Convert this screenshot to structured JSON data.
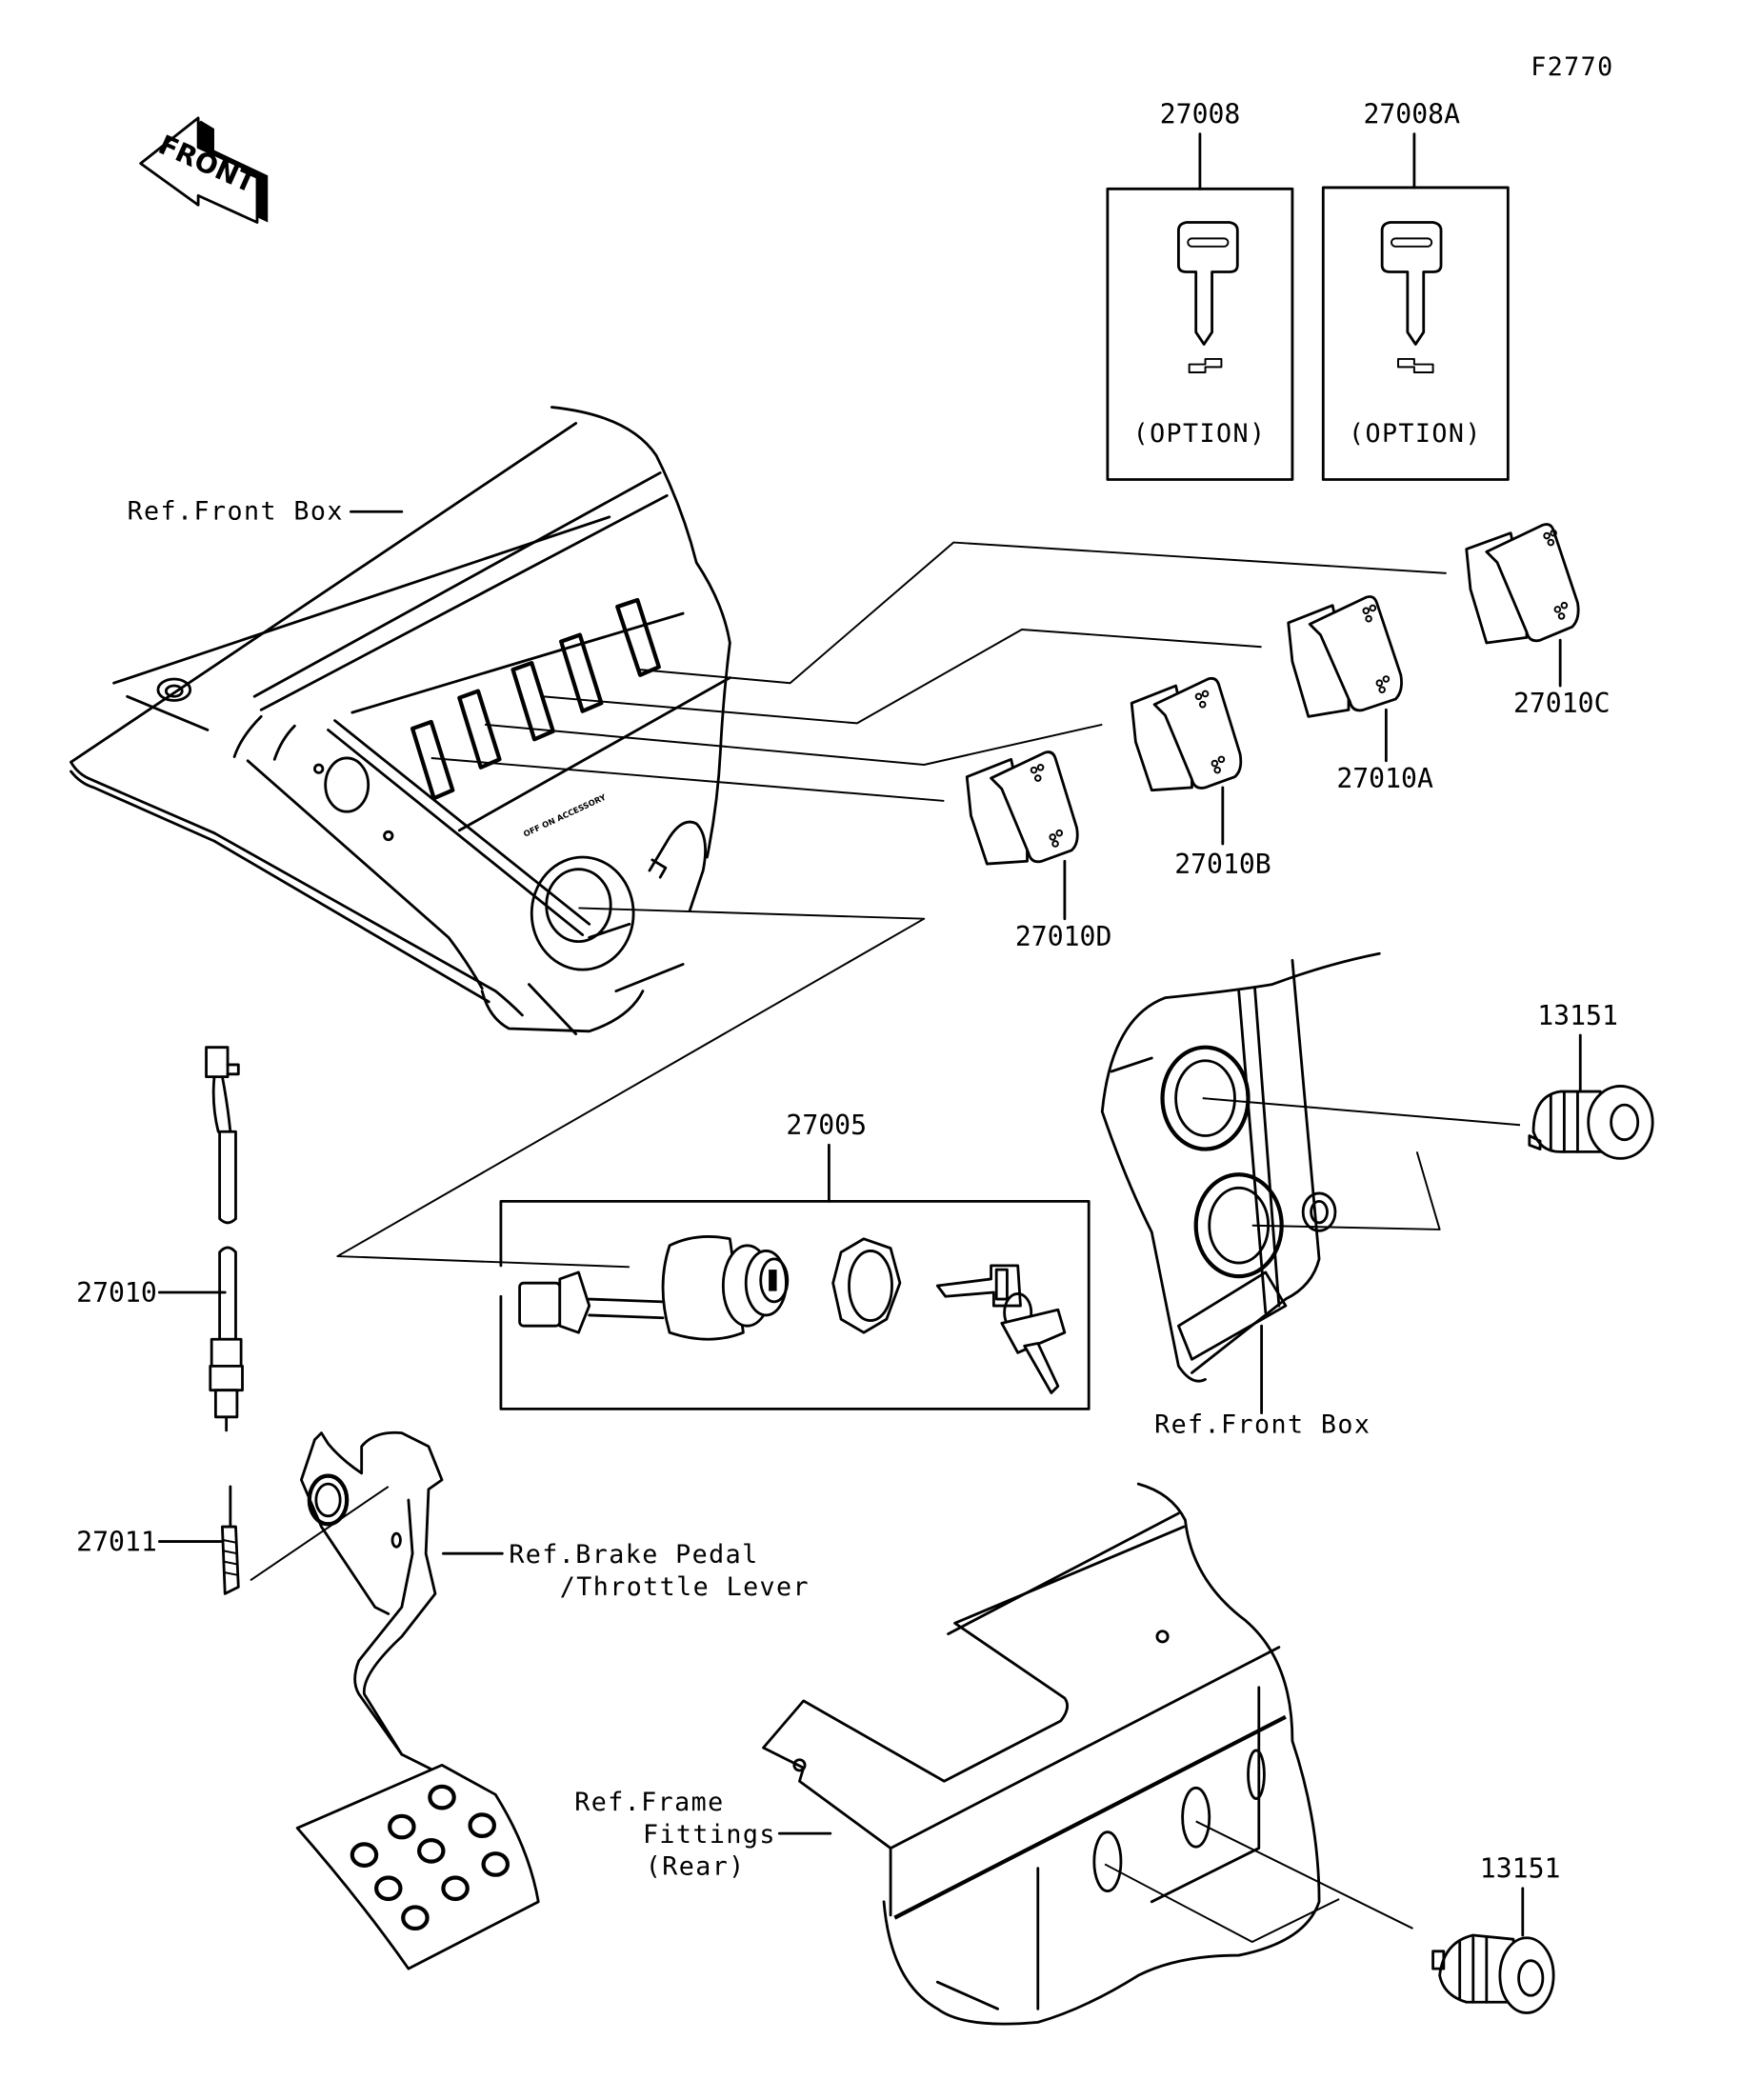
{
  "diagram": {
    "figure_id": "F2770",
    "front_arrow_label": "FRONT",
    "parts": {
      "key_27008": {
        "number": "27008",
        "note": "(OPTION)"
      },
      "key_27008A": {
        "number": "27008A",
        "note": "(OPTION)"
      },
      "switch_27010C": {
        "number": "27010C"
      },
      "switch_27010A": {
        "number": "27010A"
      },
      "switch_27010B": {
        "number": "27010B"
      },
      "switch_27010D": {
        "number": "27010D"
      },
      "ignition_27005": {
        "number": "27005"
      },
      "socket_13151_front": {
        "number": "13151"
      },
      "socket_13151_rear": {
        "number": "13151"
      },
      "brake_switch_27010": {
        "number": "27010"
      },
      "spring_27011": {
        "number": "27011"
      }
    },
    "references": {
      "front_box_top": "Ref.Front Box",
      "front_box_right": "Ref.Front Box",
      "brake_pedal_line1": "Ref.Brake Pedal",
      "brake_pedal_line2": "/Throttle Lever",
      "frame_line1": "Ref.Frame",
      "frame_line2": "Fittings",
      "frame_line3": "(Rear)"
    }
  }
}
